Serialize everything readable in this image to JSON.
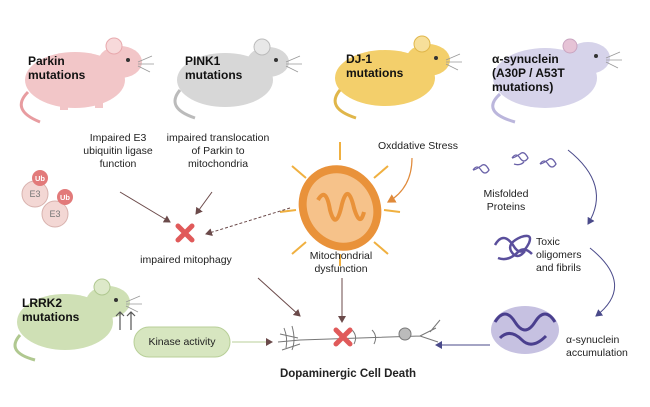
{
  "mutations": {
    "parkin": [
      "Parkin",
      "mutations"
    ],
    "pink1": [
      "PINK1",
      "mutations"
    ],
    "dj1": [
      "DJ-1",
      "mutations"
    ],
    "asyn": [
      "α-synuclein",
      "(A30P / A53T",
      "mutations)"
    ],
    "lrrk2": [
      "LRRK2",
      "mutations"
    ]
  },
  "effects": {
    "parkin": [
      "Impaired E3",
      "ubiquitin ligase",
      "function"
    ],
    "pink1": [
      "impaired translocation",
      "of Parkin to",
      "mitochondria"
    ],
    "dj1": "Oxddative Stress",
    "mitophagy": "impaired mitophagy",
    "mito": [
      "Mitochondrial",
      "dysfunction"
    ],
    "misfolded": [
      "Misfolded",
      "Proteins"
    ],
    "toxic": [
      "Toxic",
      "oligomers",
      "and fibrils"
    ],
    "accum": [
      "α-synuclein",
      "accumulation"
    ],
    "kinase": "Kinase activity",
    "death": "Dopaminergic Cell Death"
  },
  "ubiquitin": {
    "ub": "Ub",
    "e3": "E3"
  },
  "colors": {
    "parkin_mouse": "#f2c6c8",
    "pink1_mouse": "#d7d7d7",
    "dj1_mouse": "#f3cf6b",
    "asyn_mouse": "#d6d3ea",
    "lrrk2_mouse": "#cfe0b5",
    "cross": "#e05a5a",
    "arrow": "#6b4a4a",
    "mito": "#e9923a",
    "kinase_fill": "#d7e6c0"
  }
}
